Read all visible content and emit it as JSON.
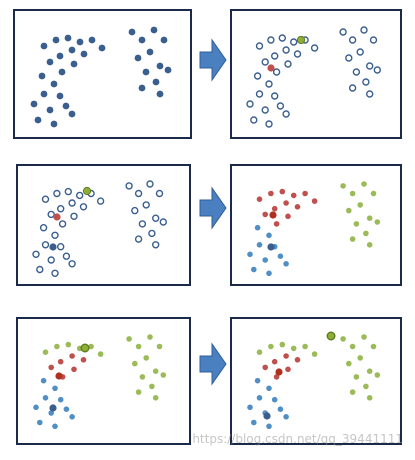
{
  "colors": {
    "frame": "#1a2a48",
    "dot_blue": "#3a5f8f",
    "dot_open_stroke": "#3a5f8f",
    "dot_red": "#c0504d",
    "dot_green": "#9bbb59",
    "dot_blue_light": "#4f8fc5",
    "arrow": "#4a7fc0",
    "arrow_stroke": "#2f5f9a",
    "center_red": "#b03020",
    "center_green": "#8fae35"
  },
  "steps": [
    {
      "name": "step-1-raw-data"
    },
    {
      "name": "step-2-initial-centers"
    },
    {
      "name": "step-3-first-assignment"
    },
    {
      "name": "step-4-center-update"
    },
    {
      "name": "step-5-reassignment"
    },
    {
      "name": "step-6-converged"
    }
  ],
  "watermark": "https://blog.csdn.net/qq_39441111"
}
